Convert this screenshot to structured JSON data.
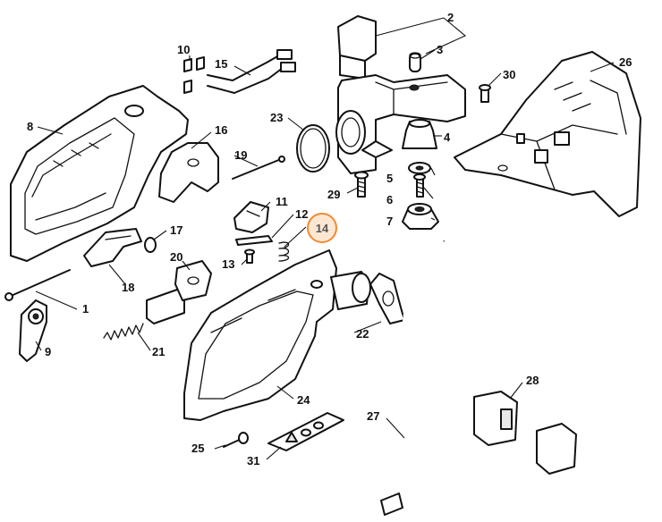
{
  "callouts": [
    {
      "id": "1",
      "label": "1"
    },
    {
      "id": "2",
      "label": "2"
    },
    {
      "id": "3",
      "label": "3"
    },
    {
      "id": "4",
      "label": "4"
    },
    {
      "id": "5",
      "label": "5"
    },
    {
      "id": "6",
      "label": "6"
    },
    {
      "id": "7",
      "label": "7"
    },
    {
      "id": "8",
      "label": "8"
    },
    {
      "id": "9",
      "label": "9"
    },
    {
      "id": "10",
      "label": "10"
    },
    {
      "id": "11",
      "label": "11"
    },
    {
      "id": "12",
      "label": "12"
    },
    {
      "id": "13",
      "label": "13"
    },
    {
      "id": "14",
      "label": "14",
      "highlighted": true
    },
    {
      "id": "15",
      "label": "15"
    },
    {
      "id": "16",
      "label": "16"
    },
    {
      "id": "17",
      "label": "17"
    },
    {
      "id": "18",
      "label": "18"
    },
    {
      "id": "19",
      "label": "19"
    },
    {
      "id": "20",
      "label": "20"
    },
    {
      "id": "21",
      "label": "21"
    },
    {
      "id": "22",
      "label": "22"
    },
    {
      "id": "23",
      "label": "23"
    },
    {
      "id": "24",
      "label": "24"
    },
    {
      "id": "25",
      "label": "25"
    },
    {
      "id": "26",
      "label": "26"
    },
    {
      "id": "27",
      "label": "27"
    },
    {
      "id": "28",
      "label": "28"
    },
    {
      "id": "29",
      "label": "29"
    },
    {
      "id": "30",
      "label": "30"
    },
    {
      "id": "31",
      "label": "31"
    }
  ],
  "highlight_color": "#f08a32",
  "highlight_fill": "#fde7d3",
  "line_color": "#111111",
  "icons": {
    "label_plate_symbols": [
      "warning-triangle-icon",
      "circle-icon",
      "circle-icon"
    ]
  }
}
